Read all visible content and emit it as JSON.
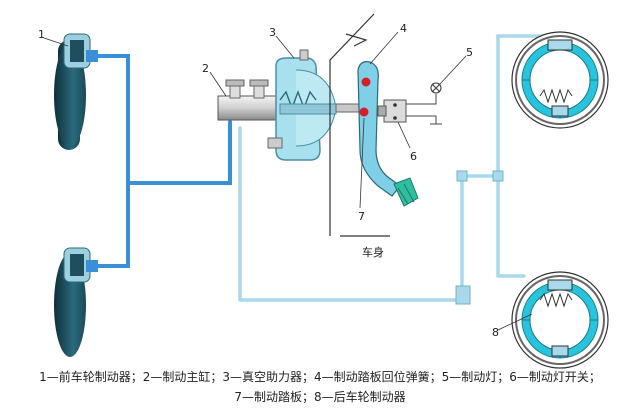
{
  "diagram": {
    "labels": {
      "n1": "1",
      "n2": "2",
      "n3": "3",
      "n4": "4",
      "n5": "5",
      "n6": "6",
      "n7": "7",
      "n8": "8",
      "body": "车身"
    },
    "caption": {
      "line1": "1—前车轮制动器；2—制动主缸；3—真空助力器；4—制动踏板回位弹簧；5—制动灯；6—制动灯开关；",
      "line2": "7—制动踏板；8—后车轮制动器"
    },
    "colors": {
      "brake_line_dark": "#3a8fd6",
      "brake_line_light": "#a9d8ea",
      "booster_fill": "#a8e0ee",
      "rotor_dark": "#1f4f5e",
      "pedal_cyan": "#7fd0e6",
      "switch_green": "#2fbfa0",
      "drum_cyan": "#27c4dc"
    }
  }
}
